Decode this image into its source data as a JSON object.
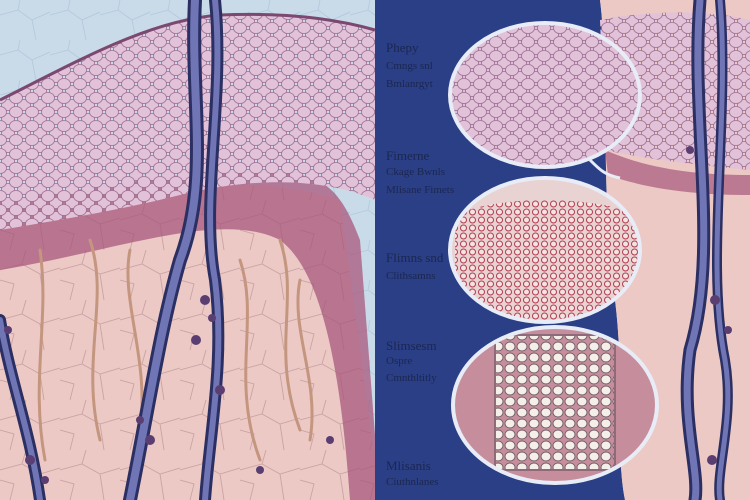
{
  "panel_labels": [
    {
      "lines": [
        "Phepy",
        "Cmngs snl",
        "Bmlanrgyt"
      ]
    },
    {
      "lines": [
        "Fimerne",
        "Ckage Bwnls",
        "Mlisane Fimets"
      ]
    },
    {
      "lines": [
        "Flimns snd",
        "Clithsamns"
      ]
    },
    {
      "lines": [
        "Slimsesm",
        "Ospre",
        "Cmnthltitly"
      ]
    },
    {
      "lines": [
        "Mlisanis",
        "Ciuthnlanes"
      ]
    }
  ],
  "colors": {
    "sky": "#c9dbe9",
    "epidermis": "#d7b4ce",
    "dermis_band": "#a8577c",
    "dermis": "#ecc9c5",
    "vessel": "#4a4f8c",
    "panel": "#2a3f86"
  }
}
